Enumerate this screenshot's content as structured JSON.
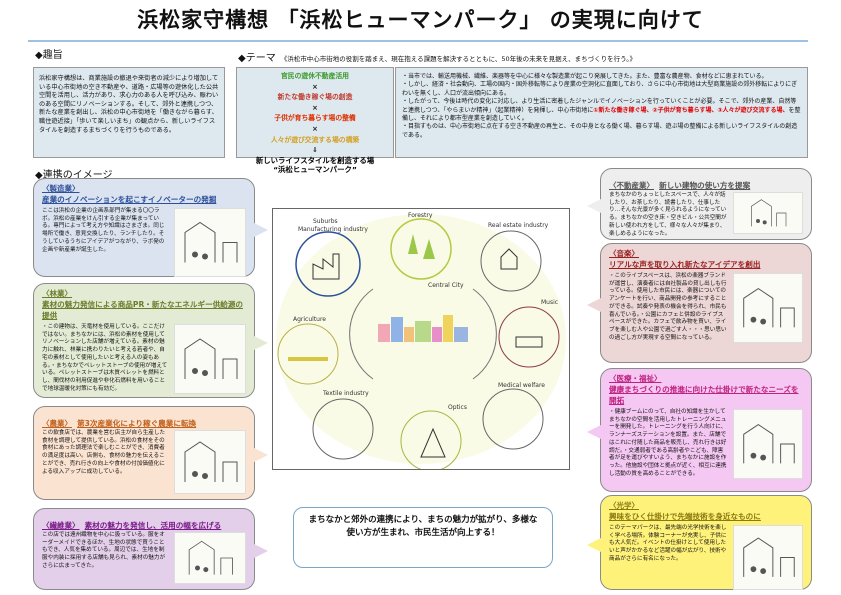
{
  "title": "浜松家守構想 「浜松ヒューマンパーク」 の実現に向けて",
  "purpose": {
    "heading": "◆趣旨",
    "text": "浜松家守構想は、商業施設の撤退や来街者の減少により増加している中心市街地の空き不動産や、道路・広場等の遊休化した公共空間を活用し、活力があり、求心力のある人を呼び込み、賑わいのある空間にリノベーションする。そして、郊外と連携しつつ、新たな産業を創出し、浜松の中心市街地を「働きながら暮らす、職住遊近接」「歩いて楽しいまち」の観点から、新しいライフスタイルを創造するまちづくりを行うものである。"
  },
  "theme": {
    "heading": "◆テーマ",
    "subheading": "《浜松市中心市街地の役割を踏まえ、現在抱える課題を解決するとともに、50年後の未来を見据え、まちづくりを行う。》",
    "lines": [
      "官民の遊休不動産活用",
      "×",
      "新たな働き稼ぐ場の創造",
      "×",
      "子供が育ち暮らす場の整備",
      "×",
      "人々が遊び交流する場の構築",
      "⇓",
      "新しいライフスタイルを創造する場",
      "“浜松ヒューマンパーク”"
    ],
    "colors": [
      "#3a9a2a",
      "#222",
      "#c0392b",
      "#222",
      "#e03000",
      "#222",
      "#d4a020",
      "#222",
      "#000",
      "#000"
    ],
    "p1": "・当市では、輸送用機械、繊維、楽器等を中心に様々な製造業が起こり発展してきた。また、豊富な農産物、食材などに恵まれている。",
    "p2": "・しかし、経済・社会動向、工場の国内・国外移転等により産業の空洞化に直面しており、さらに中心市街地は大型商業施設の郊外移転によりにぎわいを無くし、人口が流出傾向にある。",
    "p3a": "・したがって、今後は時代の変化に対応し、より生活に密着したジャンルでイノベーションを行っていくことが必要。そこで、郊外の産業、自然等と連携しつつ、「やらまいか精神」（起業精神）を発揮し、中心市街地に",
    "p3b": "①新たな働き稼ぐ場、②子供が育ち暮らす場、③人々が遊び交流する場、",
    "p3c": "を整備し、それにより都市型産業を創造していく。",
    "p4": "・目指すものは、中心市街地に点在する空き不動産の再生と、その中身となる働く場、暮らす場、遊ぶ場の整備による新しいライフスタイルの創造である。"
  },
  "collab": {
    "heading": "◆連携のイメージ"
  },
  "left": [
    {
      "cat": "〈製造業〉",
      "title": "産業のイノベーションを起こすイノベーターの発掘",
      "text": "ここは浜松の企業の企画系部門が集まる〇〇ラボ。浜松の産業をけん引する企業が集まっている。専門によって考え方や知識はさまざま。同じ場所で働き、意見交換したり、ランチしたり。そうしているうちにアイデアがつながり、ラボ発の企画や新産業が誕生した。"
    },
    {
      "cat": "〈林業〉",
      "title": "素材の魅力発信による商品PR・新たなエネルギー供給源の提供",
      "text": "・この建物は、天竜材を使用している。ここだけではない。まちなかには、浜松の素材を使用してリノベーションした店舗が増えている。素材の魅力に触れ、林業に携わりたいと考える若者や、自宅の素材として使用したいと考える人の姿もある。・まちなかでペレットストーブの使用が増えている。ペレットストーブは木質ペレットを燃料とし、間伐材の利用促進や非化石燃料を用いることで地球温暖化対策にも有効だ。"
    },
    {
      "cat": "〈農業〉",
      "title": "第3次産業化により稼ぐ農業に転換",
      "text": "この飲食店では、農業を営む店主が自ら生産した食材を調理して提供している。浜松の食材をその食材にあった調理法で楽しむことができ、消費者の満足度は高い。店側も、食材の魅力を伝えることができ、売れ行きの向上や食材の付加価値化による収入アップに成功している。"
    },
    {
      "cat": "〈繊維業〉",
      "title": "素材の魅力を発信し、活用の幅を広げる",
      "text": "この店では遠州織物を中心に扱っている。服をオーダーメイドできるほか、生地の状態で買うこともでき、人気を集めている。周辺では、生地を制服や内装に採用する店舗も見られ、素材の魅力がさらに広まってきた。"
    }
  ],
  "right": [
    {
      "cat": "〈不動産業〉",
      "title": "新しい建物の使い方を提案",
      "text": "まちなかのちょっとしたスペースで、人々が話したり、お茶したり、読書したり、仕事したり…そんな光景が多く見られるようになっている。まちなかの空き床・空きビル・公共空間が新しい使われ方をして、様々な人々が集まり、楽しめるようになった。"
    },
    {
      "cat": "〈音楽〉",
      "title": "リアルな声を取り入れ新たなアイデアを創出",
      "text": "・このライブスペースは、浜松の楽器ブランドが運営し、演奏者には自社製品の貸し出しも行っている。使用した市民には、楽器についてのアンケートを行い、商品開発の参考にすることができる。試奏や発表の機会を得られ、市民も喜んでいる。・公園にカフェと併設のライブスペースができた。カフェで飲み物を買い、ライブを楽しむ人や公園で過ごす人・・・思い思いの過ごし方が実現する空間になっている。"
    },
    {
      "cat": "〈医療・福祉〉",
      "title": "健康まちづくりの推進に向けた仕掛けで新たなニーズを開拓",
      "text": "・健康ブームにのって、自社の知識を生かしてまちなかの空間を活用したトレーニングメニューを開発した。トレーニングを行う人向けに、ランナーズステーションを設置。また、店舗ではこれに付随した商品を販売し、売れ行きは好調だ。・交通弱者である高齢者やこども、障害者が足を運びやすいよう、まちなかに施設を作った。他施設や団体と拠点が近く、相互に連携し活動の質を高めることができる。"
    },
    {
      "cat": "〈光学〉",
      "title": "興味をひく仕掛けで先端技術を身近なものに",
      "text": "このテーマパークは、最先端の光学技術を楽しく学べる場所。体験コーナーが充実し、子供にも大人気だ。イベントの仕掛けとして使用したいと声がかかるなど活躍の幅が広がり、技術や商品がさらに有名になった。"
    }
  ],
  "sketch": {
    "suburbs": "Suburbs",
    "manufacturing": "Manufacturing industry",
    "forestry": "Forestry",
    "realestate": "Real estate industry",
    "agriculture": "Agriculture",
    "central": "Central City",
    "music": "Music",
    "textile": "Textile industry",
    "optics": "Optics",
    "medical": "Medical welfare"
  },
  "message": "まちなかと郊外の連携により、まちの魅力が拡がり、多様な使い方が生まれ、市民生活が向上する！"
}
